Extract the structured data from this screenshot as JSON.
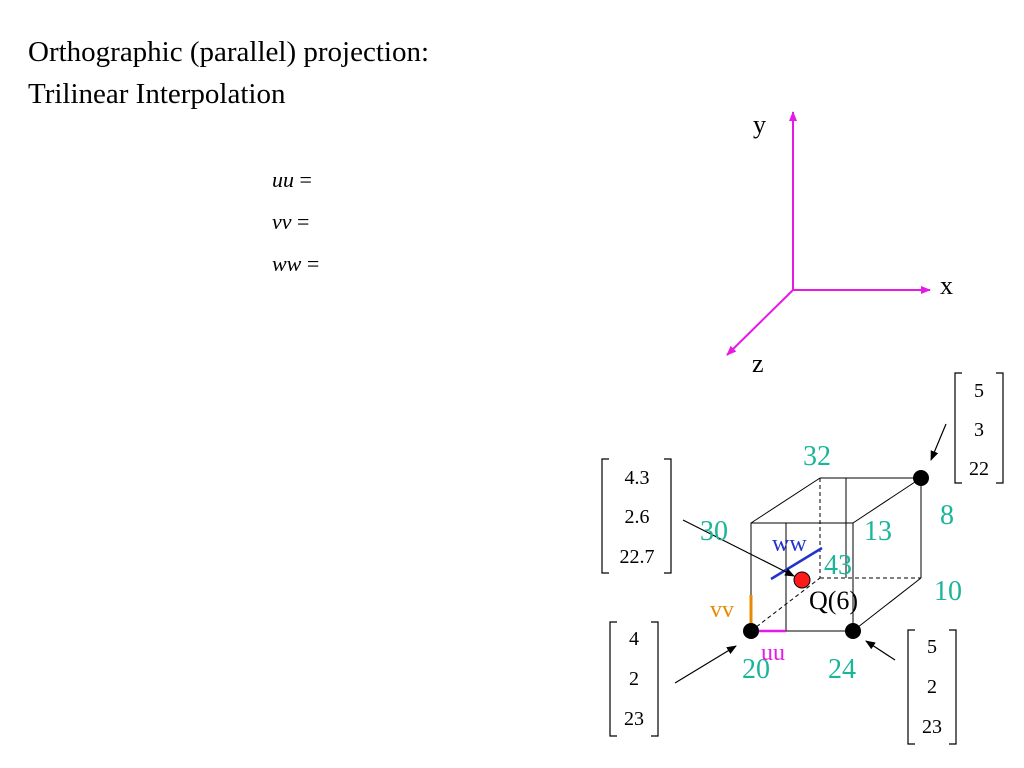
{
  "title": {
    "line1": "Orthographic (parallel) projection:",
    "line2": "Trilinear Interpolation"
  },
  "formulas": [
    {
      "var": "uu",
      "eq": "="
    },
    {
      "var": "vv",
      "eq": "="
    },
    {
      "var": "ww",
      "eq": "="
    }
  ],
  "axes": {
    "y": "y",
    "x": "x",
    "z": "z",
    "color": "#e619e6"
  },
  "cube": {
    "values": {
      "top_back_left": "32",
      "top_front_left": "30",
      "top_front_right": "13",
      "top_back_right": "8",
      "inner": "43",
      "bottom_back_right": "10",
      "bottom_front_left": "20",
      "bottom_front_right": "24"
    },
    "value_color": "#1bb59a",
    "point_label": "Q(6)",
    "point_color": "#ff1a1a",
    "labels": {
      "ww": "ww",
      "vv": "vv",
      "uu": "uu"
    },
    "label_colors": {
      "ww": "#2233cc",
      "vv": "#e88a00",
      "uu": "#e619e6"
    }
  },
  "vectors": {
    "top_right": [
      "5",
      "3",
      "22"
    ],
    "point": [
      "4.3",
      "2.6",
      "22.7"
    ],
    "bottom_left": [
      "4",
      "2",
      "23"
    ],
    "bottom_right": [
      "5",
      "2",
      "23"
    ]
  }
}
